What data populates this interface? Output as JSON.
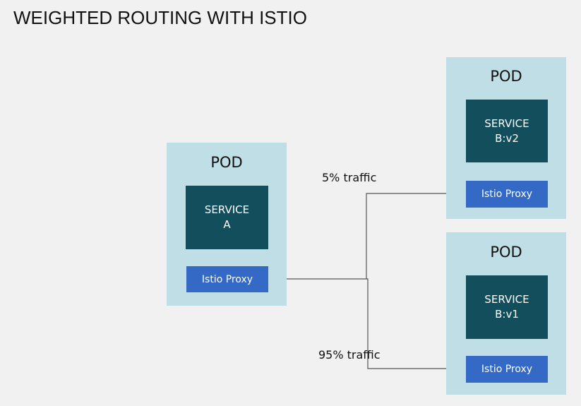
{
  "title": "WEIGHTED ROUTING WITH ISTIO",
  "pods": {
    "a": {
      "label": "POD",
      "service_line1": "SERVICE",
      "service_line2": "A",
      "proxy": "Istio Proxy"
    },
    "b_v2": {
      "label": "POD",
      "service_line1": "SERVICE",
      "service_line2": "B:v2",
      "proxy": "Istio Proxy"
    },
    "b_v1": {
      "label": "POD",
      "service_line1": "SERVICE",
      "service_line2": "B:v1",
      "proxy": "Istio Proxy"
    }
  },
  "routes": {
    "to_v2": "5% traffic",
    "to_v1": "95% traffic"
  },
  "colors": {
    "background": "#f1f1f1",
    "pod": "#c0dee5",
    "service": "#134e5c",
    "proxy": "#3469c5",
    "connector": "#555555"
  }
}
